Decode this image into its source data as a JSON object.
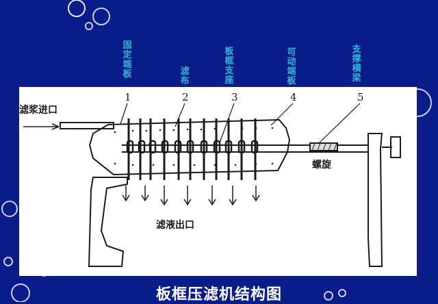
{
  "top_labels": [
    {
      "id": "fixed_end_plate",
      "text": "固定端板"
    },
    {
      "id": "filter_cloth",
      "text": "滤布"
    },
    {
      "id": "plate_frame_support",
      "text": "板框支座"
    },
    {
      "id": "movable_end_plate",
      "text": "可动端板"
    },
    {
      "id": "support_beam",
      "text": "支撑横梁"
    }
  ],
  "numbers": [
    "1",
    "2",
    "3",
    "4",
    "5"
  ],
  "inline_labels": {
    "slurry_inlet": "滤浆进口",
    "screw": "螺旋",
    "filtrate_outlet": "滤液出口"
  },
  "caption": "板框压滤机结构图",
  "colors": {
    "background": "#0a1c8a",
    "label": "#2fb7d6",
    "panel": "#ffffff",
    "ink": "#1a1a1a"
  }
}
